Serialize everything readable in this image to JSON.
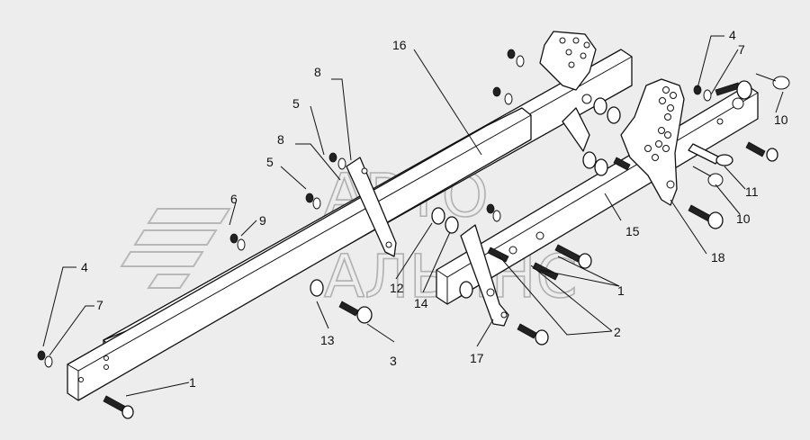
{
  "diagram": {
    "watermark": {
      "line1": "АВТО",
      "line2": "АЛЬЯНС"
    },
    "callouts": [
      {
        "id": "c16",
        "text": "16"
      },
      {
        "id": "c8a",
        "text": "8"
      },
      {
        "id": "c5a",
        "text": "5"
      },
      {
        "id": "c8b",
        "text": "8"
      },
      {
        "id": "c5b",
        "text": "5"
      },
      {
        "id": "c6",
        "text": "6"
      },
      {
        "id": "c9",
        "text": "9"
      },
      {
        "id": "c4a",
        "text": "4"
      },
      {
        "id": "c7a",
        "text": "7"
      },
      {
        "id": "c1a",
        "text": "1"
      },
      {
        "id": "c13",
        "text": "13"
      },
      {
        "id": "c3",
        "text": "3"
      },
      {
        "id": "c12",
        "text": "12"
      },
      {
        "id": "c14",
        "text": "14"
      },
      {
        "id": "c17",
        "text": "17"
      },
      {
        "id": "c2",
        "text": "2"
      },
      {
        "id": "c1b",
        "text": "1"
      },
      {
        "id": "c18",
        "text": "18"
      },
      {
        "id": "c15",
        "text": "15"
      },
      {
        "id": "c10a",
        "text": "10"
      },
      {
        "id": "c11",
        "text": "11"
      },
      {
        "id": "c10b",
        "text": "10"
      },
      {
        "id": "c4b",
        "text": "4"
      },
      {
        "id": "c7b",
        "text": "7"
      }
    ]
  }
}
